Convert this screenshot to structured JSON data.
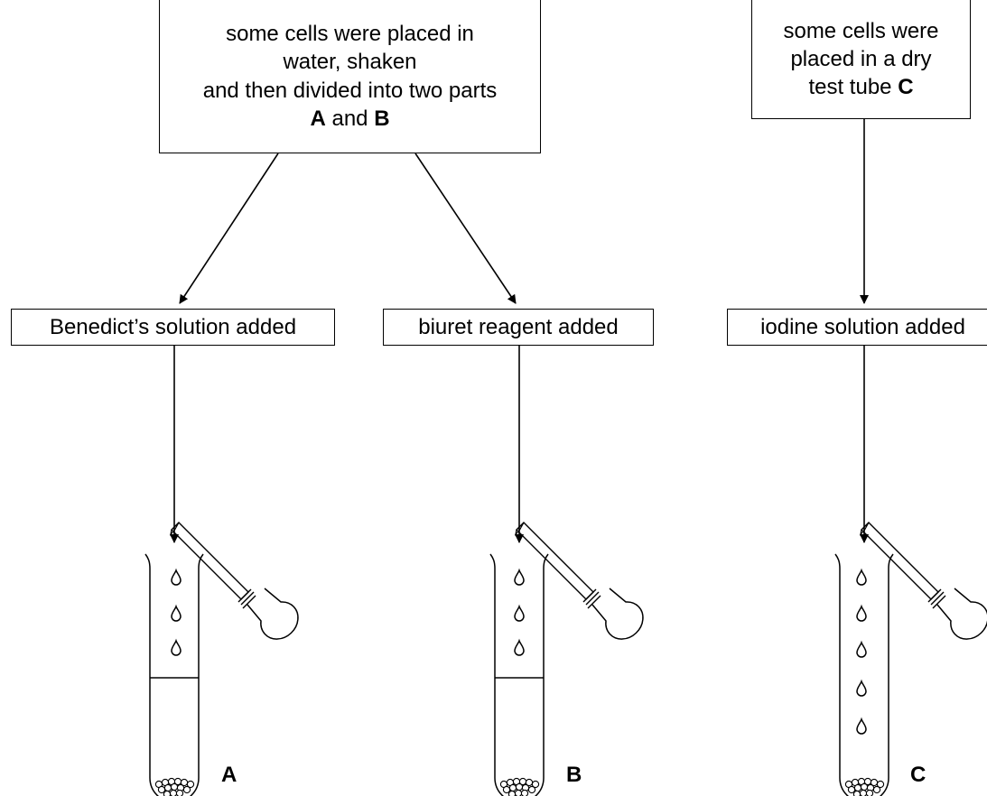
{
  "top_left_box": {
    "line1": "some cells were placed in",
    "line2": "water, shaken",
    "line3": "and then divided into two parts",
    "line4_a": "A",
    "line4_and": " and ",
    "line4_b": "B"
  },
  "top_right_box": {
    "line1": "some cells were",
    "line2": "placed in a dry",
    "line3_prefix": "test tube ",
    "line3_c": "C"
  },
  "reagent_boxes": {
    "a": "Benedict’s solution added",
    "b": "biuret reagent added",
    "c": "iodine solution added"
  },
  "tube_labels": {
    "a": "A",
    "b": "B",
    "c": "C"
  }
}
